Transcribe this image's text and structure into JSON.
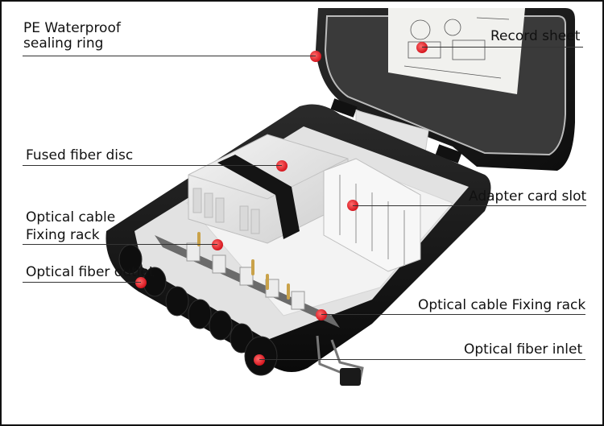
{
  "labels": {
    "pe_ring_line1": "PE Waterproof",
    "pe_ring_line2": "sealing ring",
    "record_sheet": "Record sheet",
    "fused_disc": "Fused fiber disc",
    "adapter_slot": "Adapter card slot",
    "rack_left_line1": "Optical cable",
    "rack_left_line2": "Fixing rack",
    "fiber_outlet": "Optical fiber outlet",
    "rack_right": "Optical cable Fixing rack",
    "fiber_inlet": "Optical fiber inlet"
  },
  "colors": {
    "marker": "#e5202a",
    "housing": "#1b1b1b",
    "tray": "#e9e9e9",
    "leader": "#333333"
  }
}
